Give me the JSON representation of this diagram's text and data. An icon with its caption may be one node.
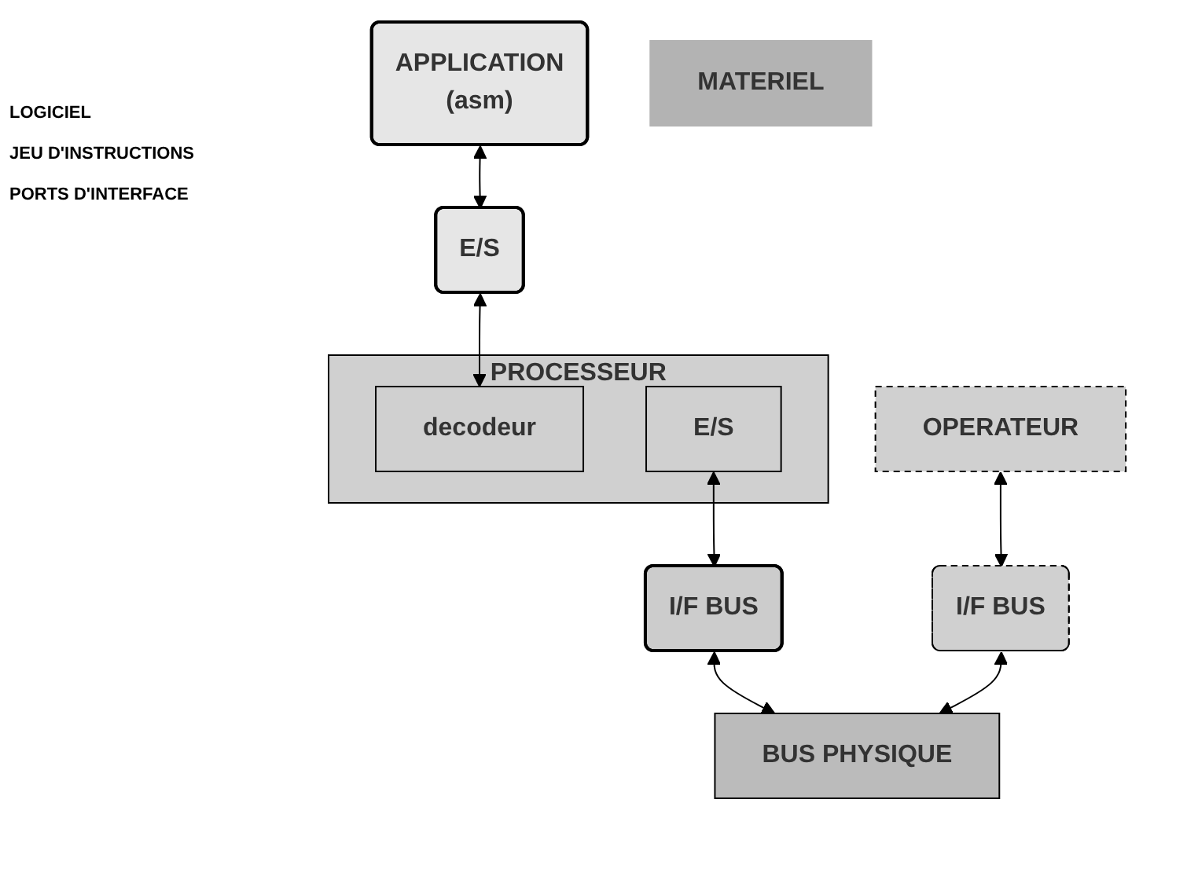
{
  "diagram": {
    "nodes": [
      {
        "text": [
          "APPLICATION",
          "(asm)"
        ]
      },
      {
        "text": [
          "E/S"
        ]
      },
      {
        "text": [
          "PROCESSEUR"
        ]
      },
      {
        "text": [
          "decodeur"
        ],
        "in": 2
      },
      {
        "text": [
          "E/S"
        ],
        "in": 2
      },
      {
        "text": [
          "I/F BUS"
        ]
      },
      {
        "text": [
          "BUS PHYSIQUE"
        ]
      },
      {
        "text": [
          "OPERATEUR"
        ]
      },
      {
        "text": [
          "I/F BUS"
        ]
      },
      {
        "text": [
          "MATERIEL"
        ]
      }
    ],
    "edges": [
      {
        "from": 0,
        "to": 1,
        "arrow": "both"
      },
      {
        "from": 1,
        "to": 3,
        "arrow": "both"
      },
      {
        "from": 4,
        "to": 5,
        "arrow": "both"
      },
      {
        "from": 5,
        "to": 6,
        "arrow": "both"
      },
      {
        "from": 7,
        "to": 8,
        "arrow": "both"
      },
      {
        "from": 8,
        "to": 6,
        "arrow": "both"
      }
    ],
    "labels": [
      "LOGICIEL",
      "JEU D'INSTRUCTIONS",
      "PORTS D'INTERFACE"
    ]
  }
}
